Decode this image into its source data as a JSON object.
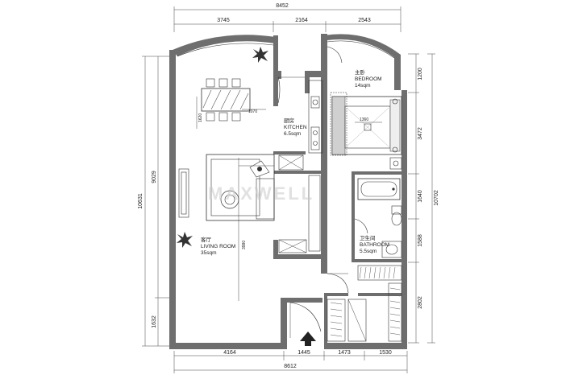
{
  "dimensions": {
    "top_total": "8452",
    "top_segments": [
      "3745",
      "2164",
      "2543"
    ],
    "bottom_total": "8612",
    "bottom_segments": [
      "4164",
      "1445",
      "1473",
      "1530"
    ],
    "left_total": "10631",
    "left_segments": [
      "9029",
      "1632"
    ],
    "right_total": "10702",
    "right_segments": [
      "1200",
      "3472",
      "1640",
      "1588",
      "2802"
    ]
  },
  "rooms": {
    "kitchen": {
      "name_cn": "厨房",
      "name_en": "KITCHEN",
      "area": "6.5sqm"
    },
    "bedroom": {
      "name_cn": "主卧",
      "name_en": "BEDROOM",
      "area": "14sqm"
    },
    "living": {
      "name_cn": "客厅",
      "name_en": "LIVING ROOM",
      "area": "35sqm"
    },
    "bathroom": {
      "name_cn": "卫生间",
      "name_en": "BATHROOM",
      "area": "5.5sqm"
    }
  },
  "inner_dims": {
    "table_w": "1070",
    "table_h": "1620",
    "bed_w": "1360",
    "living_depth": "3980"
  },
  "watermark": "MAXWELL"
}
